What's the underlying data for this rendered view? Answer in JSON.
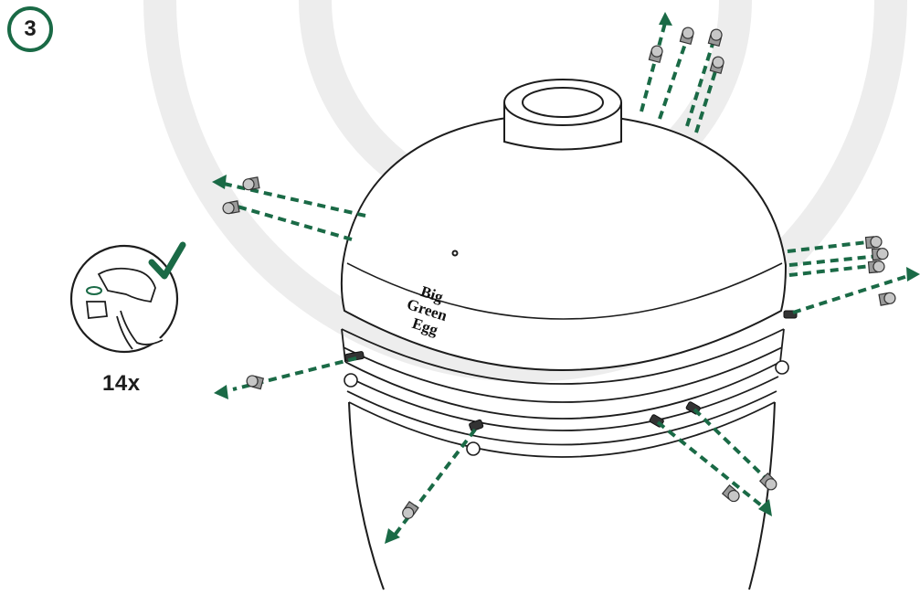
{
  "step": {
    "number": "3"
  },
  "quantity": {
    "label": "14x"
  },
  "brand_logo": {
    "line1": "Big",
    "line2": "Green",
    "line3": "Egg"
  },
  "colors": {
    "accent": "#1a6a46",
    "watermark": "#ececec",
    "line": "#1d1d1d",
    "nut": "#8e8e8e"
  },
  "icons": [
    "step-number-badge",
    "hand-unscrew-icon",
    "checkmark-icon",
    "removal-arrow-icon",
    "cap-nut-icon"
  ]
}
